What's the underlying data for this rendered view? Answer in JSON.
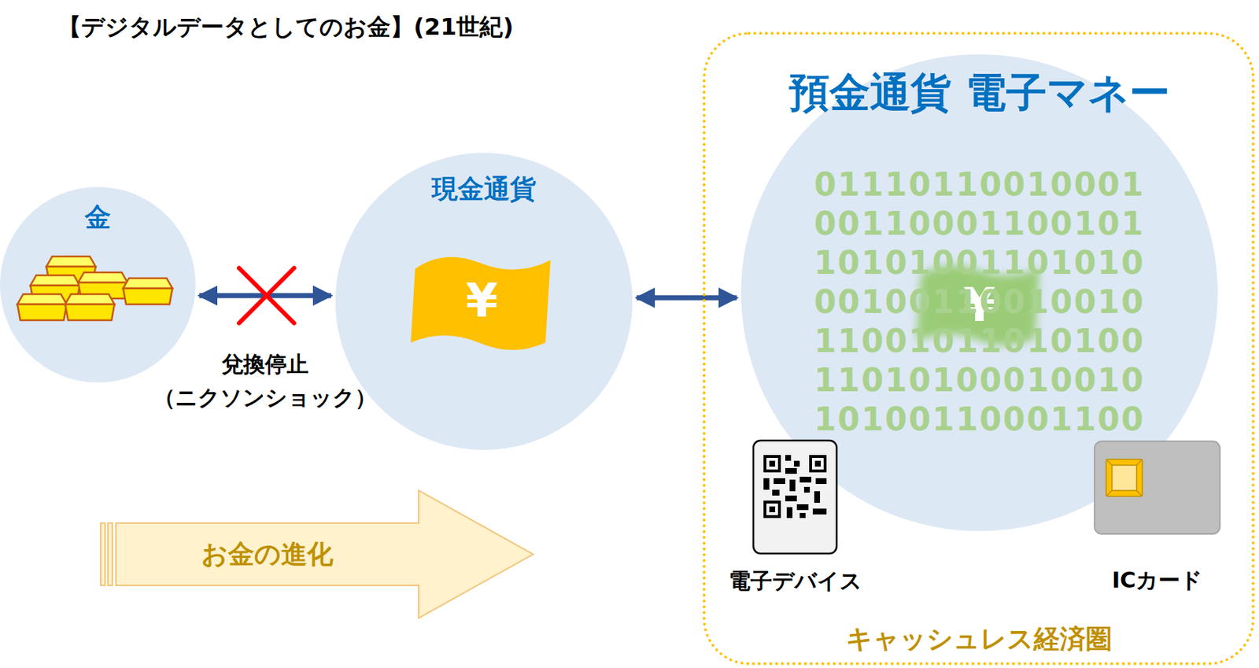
{
  "diagram": {
    "title": "【デジタルデータとしてのお金】(21世紀)",
    "nodes": [
      {
        "text": [
          "金"
        ]
      },
      {
        "text": [
          "現金通貨"
        ]
      },
      {
        "text": [
          "キャッシュレス経済圏"
        ]
      },
      {
        "text": [
          "預金通貨 電子マネー"
        ],
        "in": 2
      },
      {
        "text": [
          "電子デバイス"
        ],
        "in": 2
      },
      {
        "text": [
          "ICカード"
        ],
        "in": 2
      },
      {
        "text": [
          "お金の進化"
        ]
      }
    ],
    "edges": [
      {
        "from": 0,
        "to": 1,
        "arrow": "both",
        "label": "兌換停止 （ニクソンショック）"
      },
      {
        "from": 1,
        "to": 3,
        "arrow": "both"
      }
    ],
    "labels": [
      "¥",
      "¥",
      "01110110010001",
      "00110001100101",
      "10101001101010",
      "00100110010010",
      "11001011010100",
      "11010100010010",
      "10100110001100"
    ]
  }
}
